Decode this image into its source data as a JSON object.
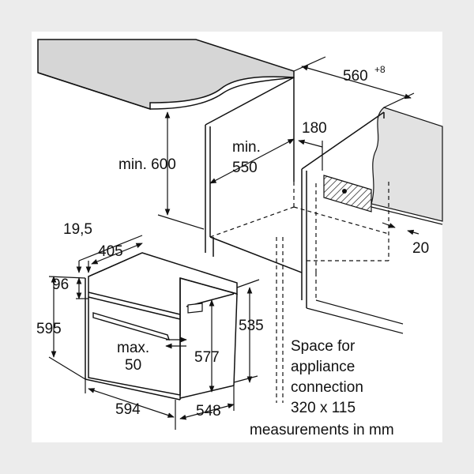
{
  "dimensions": {
    "niche_width": "560",
    "niche_width_tolerance": "+8",
    "counter_height": "min. 600",
    "niche_height_line1": "min.",
    "niche_height_line2": "550",
    "vent_depth": "180",
    "side_gap": "20",
    "front_panel_depth": "19,5",
    "side_depth": "405",
    "panel_height": "96",
    "total_height": "595",
    "body_height": "535",
    "inner_height": "577",
    "handle_gap_line1": "max.",
    "handle_gap_line2": "50",
    "total_width": "594",
    "total_depth": "548"
  },
  "notes": {
    "connection_line1": "Space for",
    "connection_line2": "appliance",
    "connection_line3": "connection",
    "connection_size": "320 x 115",
    "units": "measurements in mm"
  },
  "colors": {
    "background": "#ececec",
    "panel": "#ffffff",
    "countertop": "#d6d6d6",
    "wall": "#e2e2e2",
    "line": "#111111"
  }
}
